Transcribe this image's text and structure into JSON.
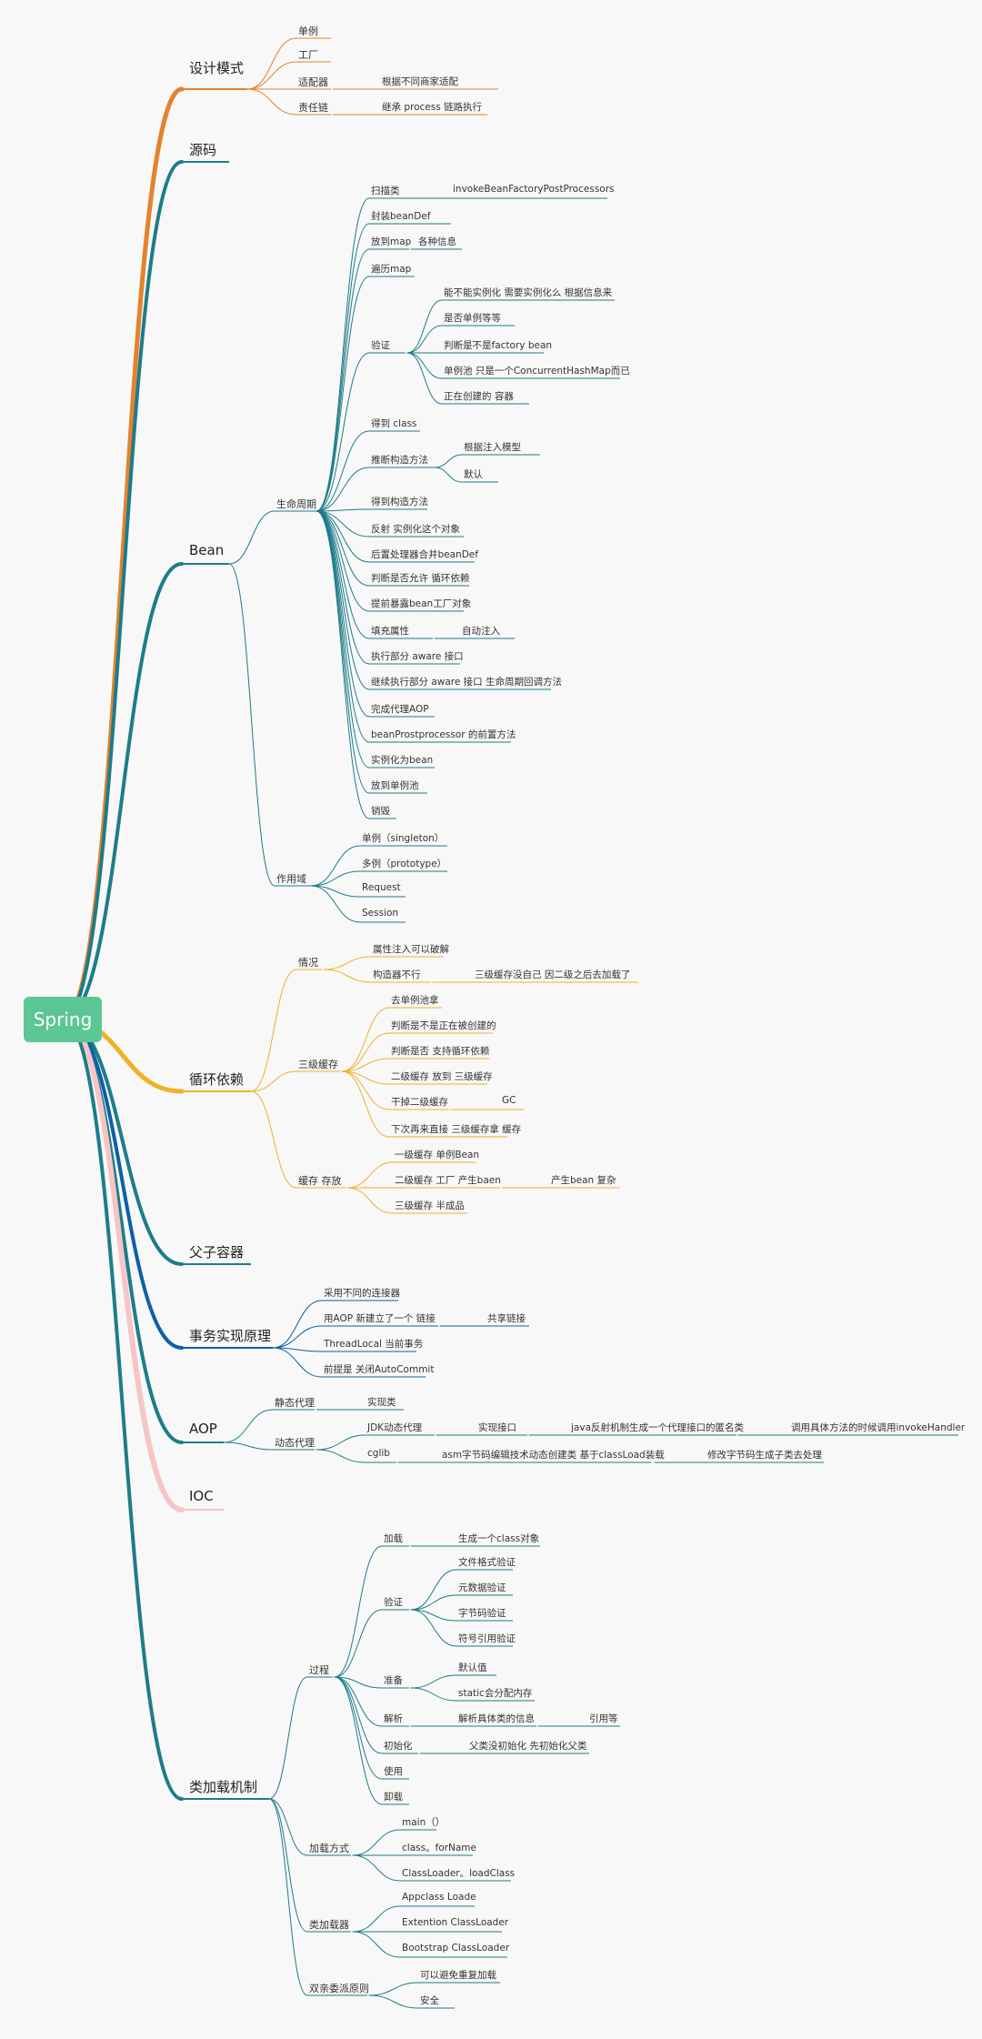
{
  "root": "Spring",
  "colors": {
    "orange": "#e4822e",
    "teal": "#1e7c8a",
    "gold": "#f2b028",
    "blue": "#0e5fa6",
    "pink": "#f7c5c5",
    "root": "#5cc795"
  },
  "branches": {
    "design": {
      "title": "设计模式",
      "items": [
        "单例",
        "工厂",
        "适配器",
        "责任链"
      ],
      "details": [
        "根据不同商家适配",
        "继承 process 链路执行"
      ]
    },
    "source": {
      "title": "源码"
    },
    "bean": {
      "title": "Bean",
      "lifecycle": "生命周期",
      "steps": [
        "扫描类",
        "封装beanDef",
        "放到map",
        "遍历map",
        "验证",
        "得到 class",
        "推断构造方法",
        "得到构造方法",
        "反射 实例化这个对象",
        "后置处理器合并beanDef",
        "判断是否允许 循环依赖",
        "提前暴露bean工厂对象",
        "填充属性",
        "执行部分 aware 接口",
        "继续执行部分 aware 接口 生命周期回调方法",
        "完成代理AOP",
        "beanProstprocessor 的前置方法",
        "实例化为bean",
        "放到单例池",
        "销毁"
      ],
      "scan_detail": "invokeBeanFactoryPostProcessors",
      "map_detail": "各种信息",
      "validate": [
        "能不能实例化 需要实例化么 根据信息来",
        "是否单例等等",
        "判断是不是factory bean",
        "单例池  只是一个ConcurrentHashMap而已",
        "正在创建的 容器"
      ],
      "ctor": [
        "根据注入模型",
        "默认"
      ],
      "fill_detail": "自动注入",
      "scope": "作用域",
      "scopes": [
        "单例（singleton）",
        "多例（prototype）",
        "Request",
        "Session"
      ]
    },
    "circular": {
      "title": "循环依赖",
      "case": "情况",
      "cases": [
        "属性注入可以破解",
        "构造器不行"
      ],
      "ctor_detail": "三级缓存没自己 因二级之后去加载了",
      "cache3": "三级缓存",
      "cache_steps": [
        "去单例池拿",
        "判断是不是正在被创建的",
        "判断是否 支持循环依赖",
        "二级缓存 放到 三级缓存",
        "干掉二级缓存",
        "下次再来直接 三级缓存拿 缓存"
      ],
      "gc": "GC",
      "store": "缓存 存放",
      "stores": [
        "一级缓存 单例Bean",
        "二级缓存 工厂 产生baen",
        "三级缓存 半成品"
      ],
      "store_detail": "产生bean 复杂"
    },
    "parent": {
      "title": "父子容器"
    },
    "tx": {
      "title": "事务实现原理",
      "items": [
        "采用不同的连接器",
        "用AOP 新建立了一个 链接",
        "ThreadLocal 当前事务",
        "前提是 关闭AutoCommit"
      ],
      "detail": "共享链接"
    },
    "aop": {
      "title": "AOP",
      "static": "静态代理",
      "static_detail": "实现类",
      "dynamic": "动态代理",
      "jdk": "JDK动态代理",
      "jdk_1": "实现接口",
      "jdk_2": "java反射机制生成一个代理接口的匿名类",
      "jdk_3": "调用具体方法的时候调用invokeHandler",
      "cglib": "cglib",
      "cglib_1": "asm字节码编辑技术动态创建类 基于classLoad装载",
      "cglib_2": "修改字节码生成子类去处理"
    },
    "ioc": {
      "title": "IOC"
    },
    "classload": {
      "title": "类加载机制",
      "process": "过程",
      "steps": [
        "加载",
        "验证",
        "准备",
        "解析",
        "初始化",
        "使用",
        "卸载"
      ],
      "load_detail": "生成一个class对象",
      "verify": [
        "文件格式验证",
        "元数据验证",
        "字节码验证",
        "符号引用验证"
      ],
      "prepare": [
        "默认值",
        "static会分配内存"
      ],
      "resolve_detail": "解析具体类的信息",
      "resolve_extra": "引用等",
      "init_detail": "父类没初始化 先初始化父类",
      "ways": "加载方式",
      "ways_items": [
        "main（）",
        "class。forName",
        "ClassLoader。loadClass"
      ],
      "loaders": "类加载器",
      "loaders_items": [
        "Appclass Loade",
        "Extention ClassLoader",
        "Bootstrap ClassLoader"
      ],
      "parent": "双亲委派原则",
      "parent_items": [
        "可以避免重复加载",
        "安全"
      ]
    }
  }
}
